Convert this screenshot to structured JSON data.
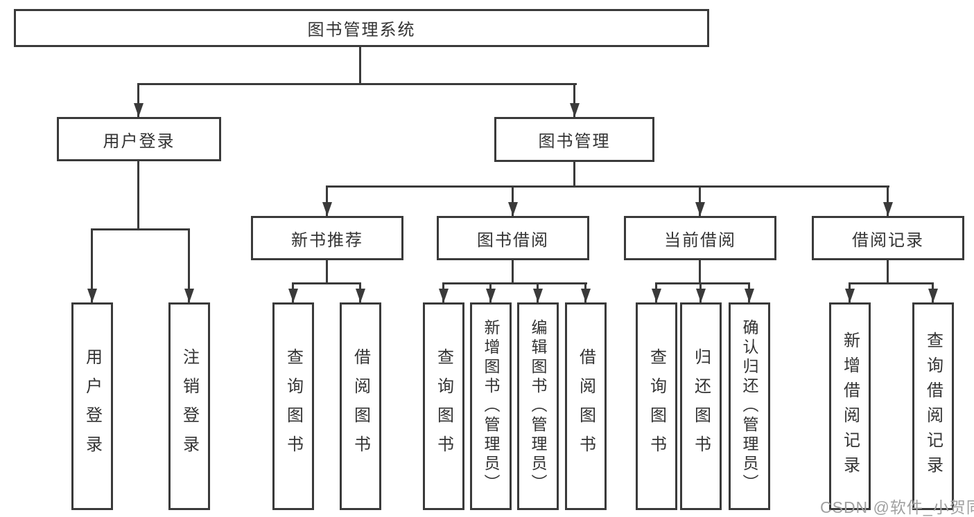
{
  "tree": {
    "root": "图书管理系统",
    "children": [
      {
        "label": "用户登录",
        "children": [
          "用户登录",
          "注销登录"
        ]
      },
      {
        "label": "图书管理",
        "children": [
          {
            "label": "新书推荐",
            "children": [
              "查询图书",
              "借阅图书"
            ]
          },
          {
            "label": "图书借阅",
            "children": [
              "查询图书",
              "新增图书（管理员）",
              "编辑图书（管理员）",
              "借阅图书"
            ]
          },
          {
            "label": "当前借阅",
            "children": [
              "查询图书",
              "归还图书",
              "确认归还（管理员）"
            ]
          },
          {
            "label": "借阅记录",
            "children": [
              "新增借阅记录",
              "查询借阅记录"
            ]
          }
        ]
      }
    ]
  },
  "watermark": {
    "text": "CSDN @软件_小贺同学"
  },
  "colors": {
    "line": "#3a3a3a",
    "text": "#333333",
    "watermark": "#a0a0a0",
    "background": "#ffffff"
  }
}
